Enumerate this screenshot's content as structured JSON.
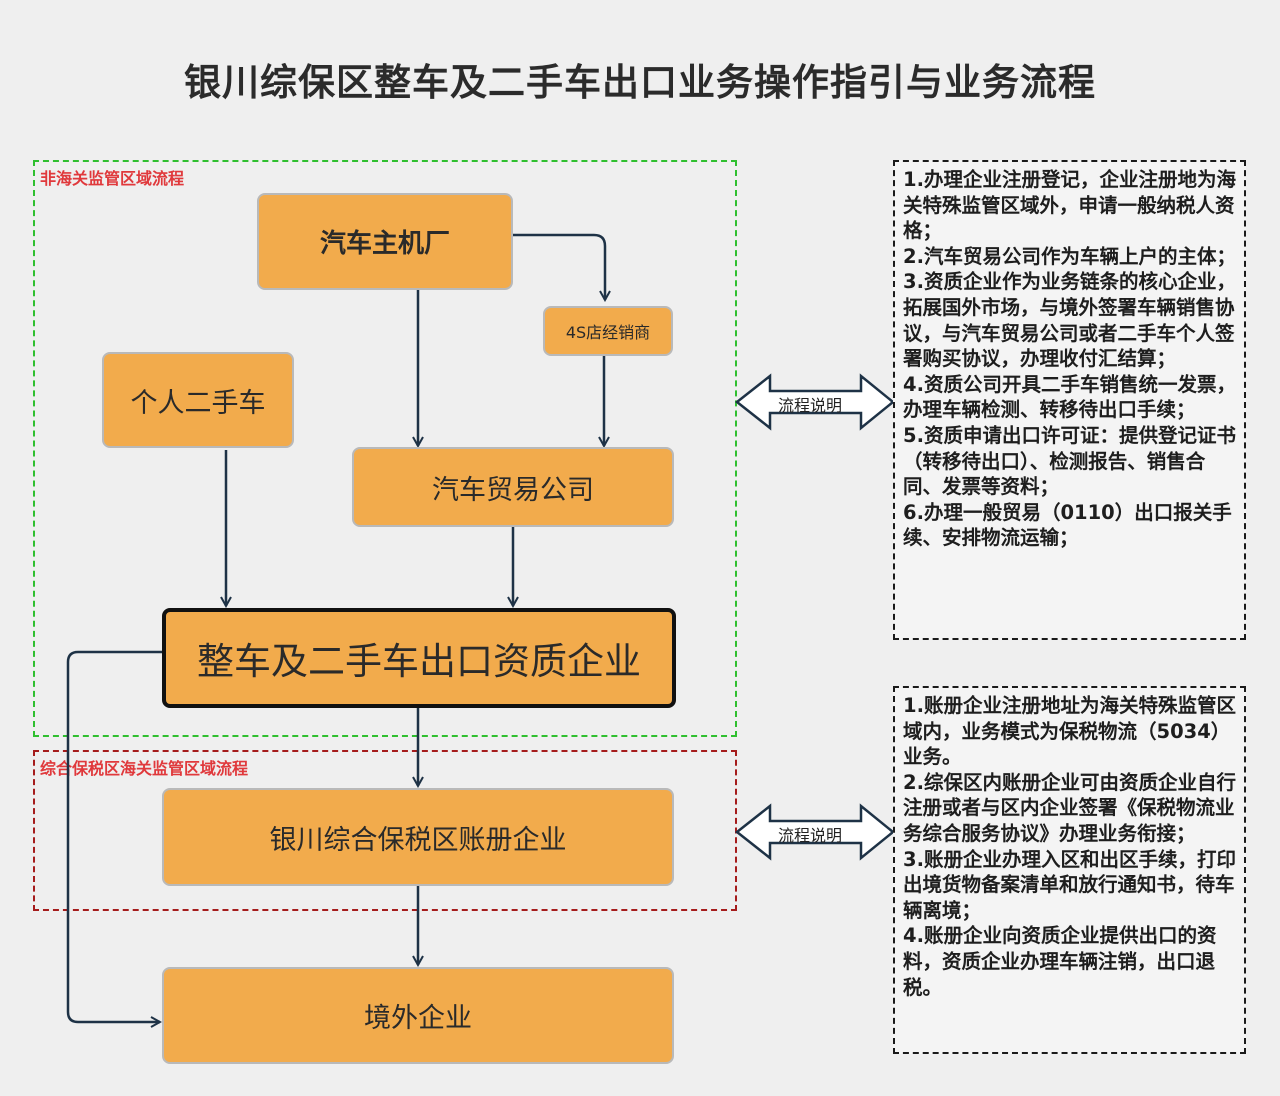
{
  "title": "银川综保区整车及二手车出口业务操作指引与业务流程",
  "regions": {
    "non_customs": "非海关监管区域流程",
    "bonded": "综合保税区海关监管区域流程"
  },
  "nodes": {
    "oem": "汽车主机厂",
    "dealer": "4S店经销商",
    "private_used_car": "个人二手车",
    "trade_company": "汽车贸易公司",
    "qualified_exporter": "整车及二手车出口资质企业",
    "bonded_enterprise": "银川综合保税区账册企业",
    "overseas": "境外企业"
  },
  "callouts": {
    "top_label": "流程说明",
    "bottom_label": "流程说明"
  },
  "notes": {
    "top": [
      "1.办理企业注册登记，企业注册地为海关特殊监管区域外，申请一般纳税人资格；",
      "2.汽车贸易公司作为车辆上户的主体；",
      "3.资质企业作为业务链条的核心企业，拓展国外市场，与境外签署车辆销售协议，与汽车贸易公司或者二手车个人签署购买协议，办理收付汇结算；",
      "4.资质公司开具二手车销售统一发票，办理车辆检测、转移待出口手续；",
      "5.资质申请出口许可证：提供登记证书（转移待出口）、检测报告、销售合同、发票等资料；",
      "6.办理一般贸易（0110）出口报关手续、安排物流运输；"
    ],
    "bottom": [
      "1.账册企业注册地址为海关特殊监管区域内，业务模式为保税物流（5034）业务。",
      "2.综保区内账册企业可由资质企业自行注册或者与区内企业签署《保税物流业务综合服务协议》办理业务衔接；",
      "3.账册企业办理入区和出区手续，打印出境货物备案清单和放行通知书，待车辆离境；",
      "4.账册企业向资质企业提供出口的资料，资质企业办理车辆注销，出口退税。"
    ]
  },
  "colors": {
    "box_fill": "#f2ab4c",
    "arrow": "#1e3246",
    "non_customs_border": "#2fbf2f",
    "bonded_border": "#a51c1c",
    "region_label": "#e0393c"
  }
}
